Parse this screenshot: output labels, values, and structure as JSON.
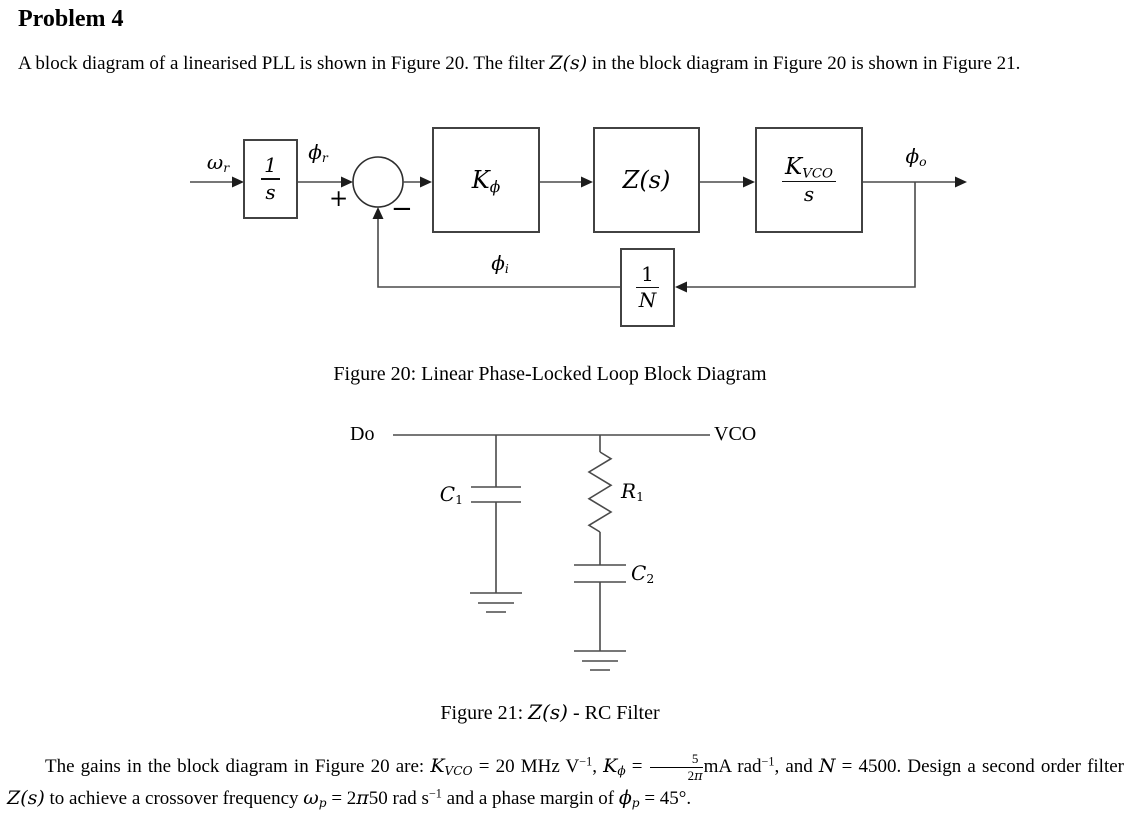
{
  "document": {
    "title": "Problem 4",
    "intro": {
      "text1": "A block diagram of a linearised PLL is shown in Figure 20. The filter ",
      "math_zs": "Z(s)",
      "text2": " in the block diagram in Figure 20 is shown in Figure 21."
    }
  },
  "fig20": {
    "caption": "Figure 20: Linear Phase-Locked Loop Block Diagram",
    "input_label": {
      "base": "ω",
      "sub": "r"
    },
    "phase_ref_label": {
      "base": "ϕ",
      "sub": "r"
    },
    "plus_sign": "+",
    "minus_sign": "−",
    "feedback_label": {
      "base": "ϕ",
      "sub": "i"
    },
    "output_label": {
      "base": "ϕ",
      "sub": "o"
    },
    "integrator_block": {
      "num": "1",
      "den": "s"
    },
    "phase_detector_block": {
      "base": "K",
      "sub": "ϕ"
    },
    "filter_block": "Z(s)",
    "vco_block": {
      "num_base": "K",
      "num_sub": "VCO",
      "den": "s"
    },
    "divider_block": {
      "num": "1",
      "den": "N"
    }
  },
  "fig21": {
    "caption1": "Figure 21: ",
    "caption_math": "Z(s)",
    "caption2": " - RC Filter",
    "left_node": "Do",
    "right_node": "VCO",
    "c1_label": {
      "base": "C",
      "sub": "1"
    },
    "r1_label": {
      "base": "R",
      "sub": "1"
    },
    "c2_label": {
      "base": "C",
      "sub": "2"
    }
  },
  "gains": {
    "t1": "The gains in the block diagram in Figure 20 are: ",
    "kvco": {
      "base": "K",
      "sub": "VCO"
    },
    "t2": " = 20 MHz V",
    "sup1": "−1",
    "t3": ", ",
    "kphi": {
      "base": "K",
      "sub": "ϕ"
    },
    "t4": " = ",
    "frac": {
      "num": "5",
      "den1": "2",
      "den2": "π"
    },
    "t5": "mA rad",
    "sup2": "−1",
    "t6": ", and ",
    "n_sym": "N",
    "t7": " = 4500. Design a second order filter ",
    "zs": "Z(s)",
    "t8": " to achieve a crossover frequency ",
    "omega_p": {
      "base": "ω",
      "sub": "p"
    },
    "t9a": " = 2",
    "t9pi": "π",
    "t9b": "50 rad s",
    "sup3": "−1",
    "t10": " and a phase margin of ",
    "phi_p": {
      "base": "ϕ",
      "sub": "p"
    },
    "t11": " = 45°."
  }
}
